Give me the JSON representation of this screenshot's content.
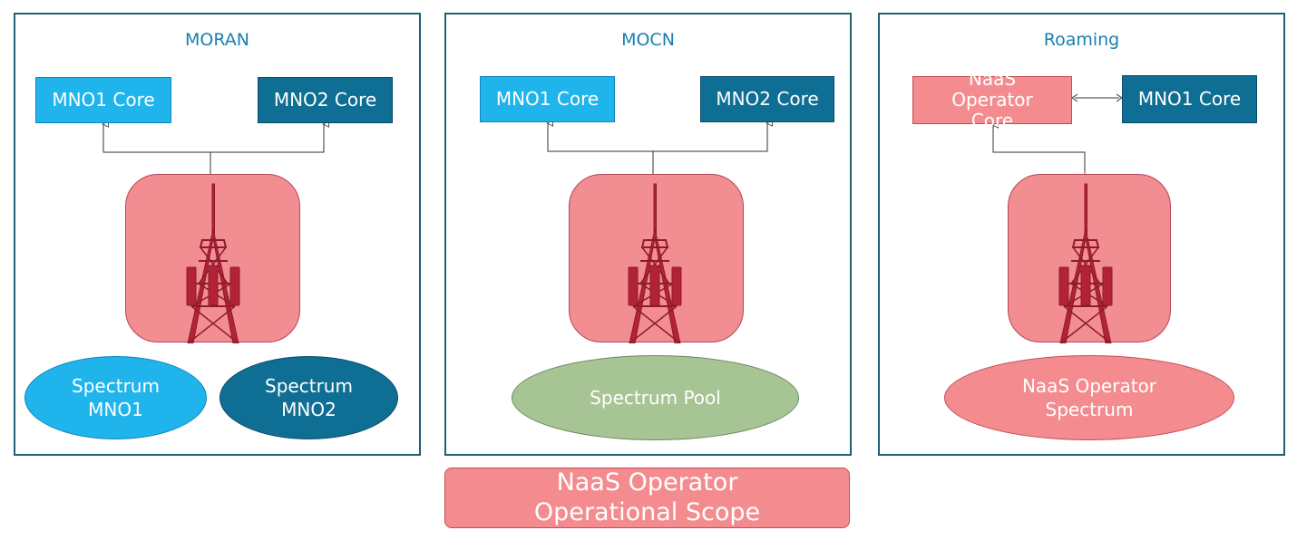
{
  "panels": [
    {
      "title": "MORAN",
      "cores": [
        "MNO1 Core",
        "MNO2 Core"
      ],
      "spectrum": [
        "Spectrum MNO1",
        "Spectrum MNO2"
      ]
    },
    {
      "title": "MOCN",
      "cores": [
        "MNO1 Core",
        "MNO2 Core"
      ],
      "spectrum": [
        "Spectrum Pool"
      ]
    },
    {
      "title": "Roaming",
      "cores": [
        "NaaS Operator Core",
        "MNO1 Core"
      ],
      "spectrum": [
        "NaaS Operator Spectrum"
      ]
    }
  ],
  "legend": {
    "line1": "NaaS Operator",
    "line2": "Operational Scope"
  },
  "colors": {
    "border": "#1f5f72",
    "title": "#1a7fb0",
    "mno1": "#1fb4ec",
    "mno2": "#0f6e94",
    "naas": "#f48c8f",
    "pool": "#a7c495"
  },
  "icons": [
    "cell-tower-icon",
    "arrow-icon"
  ]
}
